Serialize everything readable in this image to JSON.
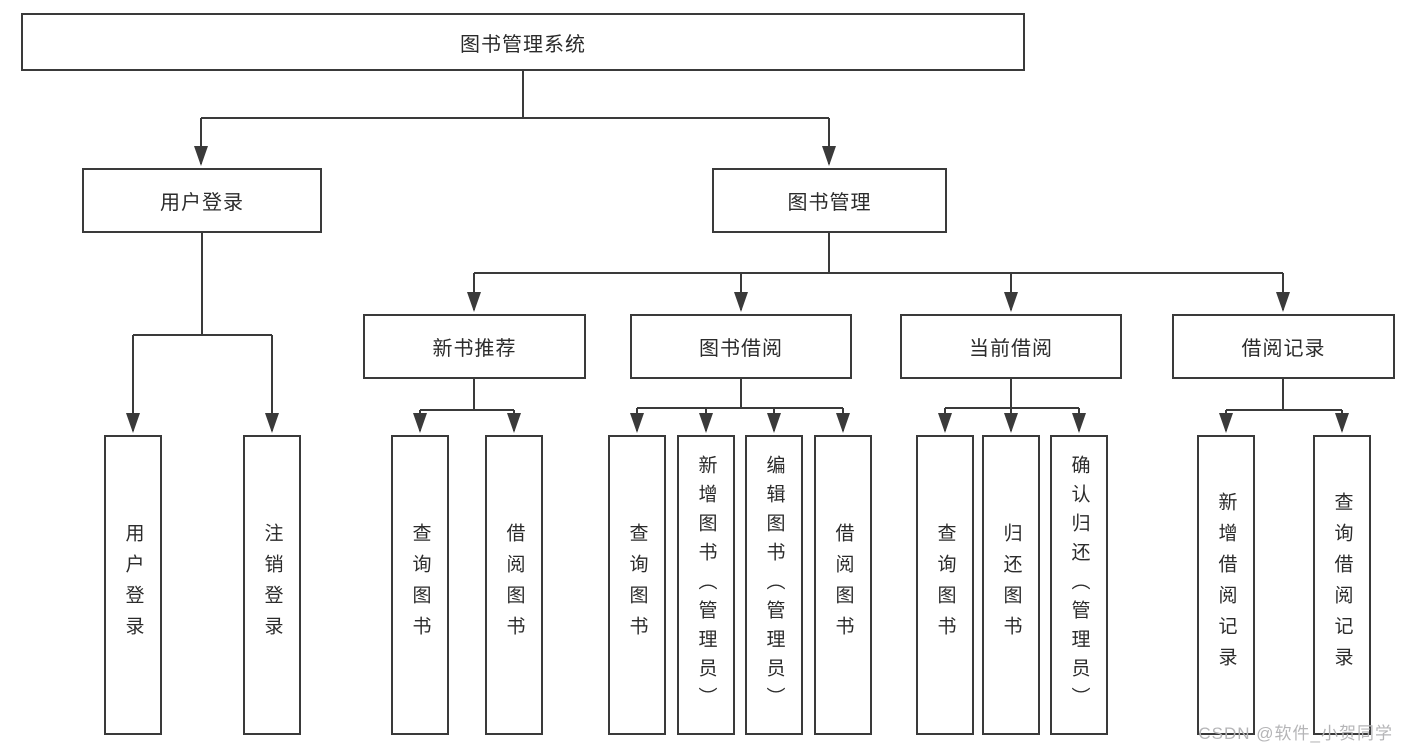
{
  "tree": {
    "label": "图书管理系统",
    "children": [
      {
        "label": "用户登录",
        "children": [
          {
            "label": "用户登录"
          },
          {
            "label": "注销登录"
          }
        ]
      },
      {
        "label": "图书管理",
        "children": [
          {
            "label": "新书推荐",
            "children": [
              {
                "label": "查询图书"
              },
              {
                "label": "借阅图书"
              }
            ]
          },
          {
            "label": "图书借阅",
            "children": [
              {
                "label": "查询图书"
              },
              {
                "label": "新增图书（管理员）"
              },
              {
                "label": "编辑图书（管理员）"
              },
              {
                "label": "借阅图书"
              }
            ]
          },
          {
            "label": "当前借阅",
            "children": [
              {
                "label": "查询图书"
              },
              {
                "label": "归还图书"
              },
              {
                "label": "确认归还（管理员）"
              }
            ]
          },
          {
            "label": "借阅记录",
            "children": [
              {
                "label": "新增借阅记录"
              },
              {
                "label": "查询借阅记录"
              }
            ]
          }
        ]
      }
    ]
  },
  "watermark": {
    "text": "CSDN @软件_小贺同学"
  },
  "colors": {
    "line": "#3a3a3a",
    "node_border": "#3a3a3a",
    "node_text": "#2b2b2b",
    "background": "#ffffff",
    "watermark_text": "#b5b5b7"
  }
}
